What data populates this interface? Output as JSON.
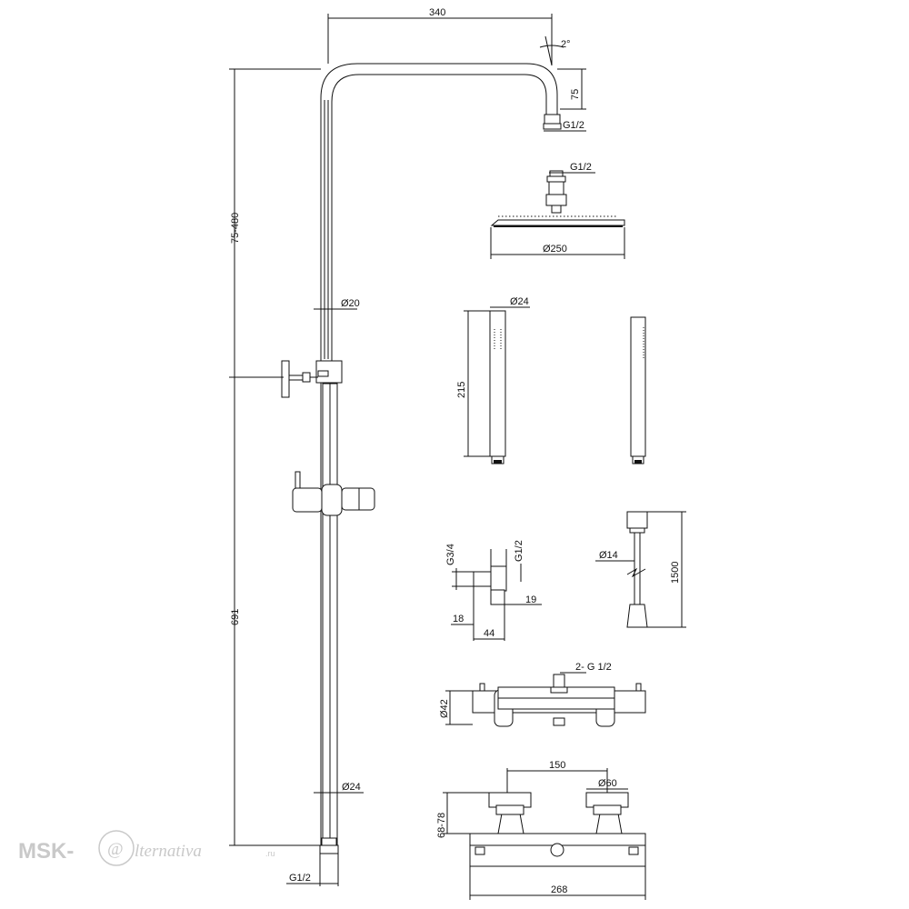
{
  "dimensions": {
    "arm_width": "340",
    "arm_angle": "2°",
    "arm_drop": "75",
    "arm_outlet_thread": "G1/2",
    "column_adjust": "75-480",
    "column_diameter_upper": "Ø20",
    "column_height": "691",
    "column_diameter_lower": "Ø24",
    "column_inlet_thread": "G1/2",
    "head_thread": "G1/2",
    "head_diameter": "Ø250",
    "hand_shower_diameter": "Ø24",
    "hand_shower_length": "215",
    "connector_thread_large": "G3/4",
    "connector_thread_small": "G1/2",
    "connector_depth": "19",
    "connector_offset": "18",
    "connector_length": "44",
    "hose_diameter": "Ø14",
    "hose_length": "1500",
    "mixer_outlets": "2- G 1/2",
    "mixer_body_diameter": "Ø42",
    "mixer_center_distance": "150",
    "mixer_knob_diameter": "Ø60",
    "mixer_height_range": "68-78",
    "mixer_width": "268"
  },
  "watermark": {
    "brand": "MSK-",
    "at_symbol": "@",
    "script": "lternativa",
    "suffix": ".ru",
    "color": "#c9c9c9"
  }
}
